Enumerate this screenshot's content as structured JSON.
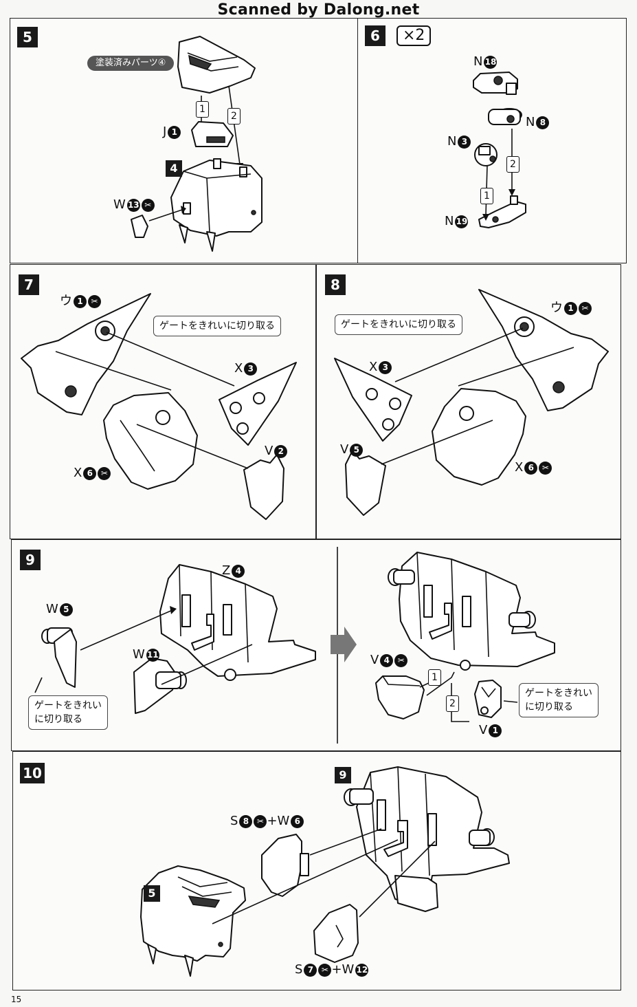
{
  "watermark": "Scanned by Dalong.net",
  "page_number": "15",
  "step5": {
    "number": "5",
    "painted_label": "塗装済みパーツ④",
    "order1": "1",
    "order2": "2",
    "label_j1": "J",
    "num_j1": "1",
    "ref_step": "4",
    "label_w13": "W",
    "num_w13": "13"
  },
  "step6": {
    "number": "6",
    "multiplier": "×2",
    "label_n18": "N",
    "num_n18": "18",
    "label_n8": "N",
    "num_n8": "8",
    "label_n3": "N",
    "num_n3": "3",
    "label_n19": "N",
    "num_n19": "19",
    "order1": "1",
    "order2": "2"
  },
  "step7": {
    "number": "7",
    "label_u1": "ウ",
    "num_u1": "1",
    "gate_note": "ゲートをきれいに切り取る",
    "label_x3": "X",
    "num_x3": "3",
    "label_v2": "V",
    "num_v2": "2",
    "label_x6": "X",
    "num_x6": "6"
  },
  "step8": {
    "number": "8",
    "label_u1": "ウ",
    "num_u1": "1",
    "gate_note": "ゲートをきれいに切り取る",
    "label_x3": "X",
    "num_x3": "3",
    "label_v5": "V",
    "num_v5": "5",
    "label_x6": "X",
    "num_x6": "6"
  },
  "step9": {
    "number": "9",
    "label_z4": "Z",
    "num_z4": "4",
    "label_w5": "W",
    "num_w5": "5",
    "label_w11": "W",
    "num_w11": "11",
    "gate_note_line1": "ゲートをきれい",
    "gate_note_line2": "に切り取る",
    "label_v4": "V",
    "num_v4": "4",
    "label_v1": "V",
    "num_v1": "1",
    "gate_note2_line1": "ゲートをきれい",
    "gate_note2_line2": "に切り取る",
    "order1": "1",
    "order2": "2"
  },
  "step10": {
    "number": "10",
    "ref_9": "9",
    "ref_5": "5",
    "label_s8": "S",
    "num_s8": "8",
    "plus1": "+W",
    "num_w6": "6",
    "label_s7": "S",
    "num_s7": "7",
    "plus2": "+W",
    "num_w12": "12"
  }
}
